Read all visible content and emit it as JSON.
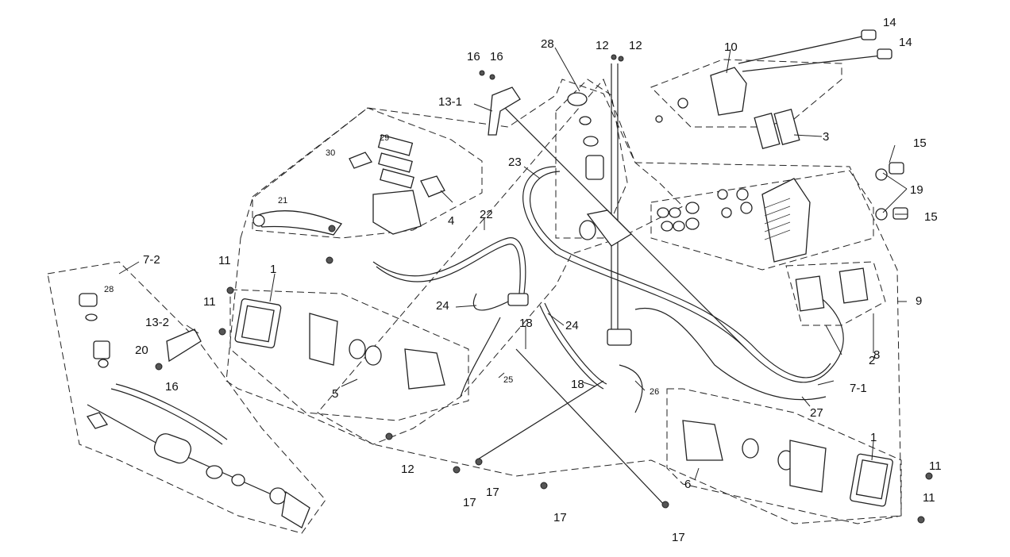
{
  "callouts": {
    "c1a": "1",
    "c1b": "1",
    "c2": "2",
    "c3": "3",
    "c4": "4",
    "c5": "5",
    "c6": "6",
    "c7_1": "7-1",
    "c7_2": "7-2",
    "c8": "8",
    "c9": "9",
    "c10": "10",
    "c11a": "11",
    "c11b": "11",
    "c11c": "11",
    "c11d": "11",
    "c12a": "12",
    "c12b": "12",
    "c12c": "12",
    "c13_1": "13-1",
    "c13_2": "13-2",
    "c14a": "14",
    "c14b": "14",
    "c15a": "15",
    "c15b": "15",
    "c16a": "16",
    "c16b": "16",
    "c16c": "16",
    "c17a": "17",
    "c17b": "17",
    "c17c": "17",
    "c17d": "17",
    "c18a": "18",
    "c18b": "18",
    "c19": "19",
    "c20": "20",
    "c21": "21",
    "c22": "22",
    "c23": "23",
    "c24a": "24",
    "c24b": "24",
    "c25": "25",
    "c26": "26",
    "c27": "27",
    "c28a": "28",
    "c28b": "28",
    "c29": "29",
    "c30": "30"
  }
}
